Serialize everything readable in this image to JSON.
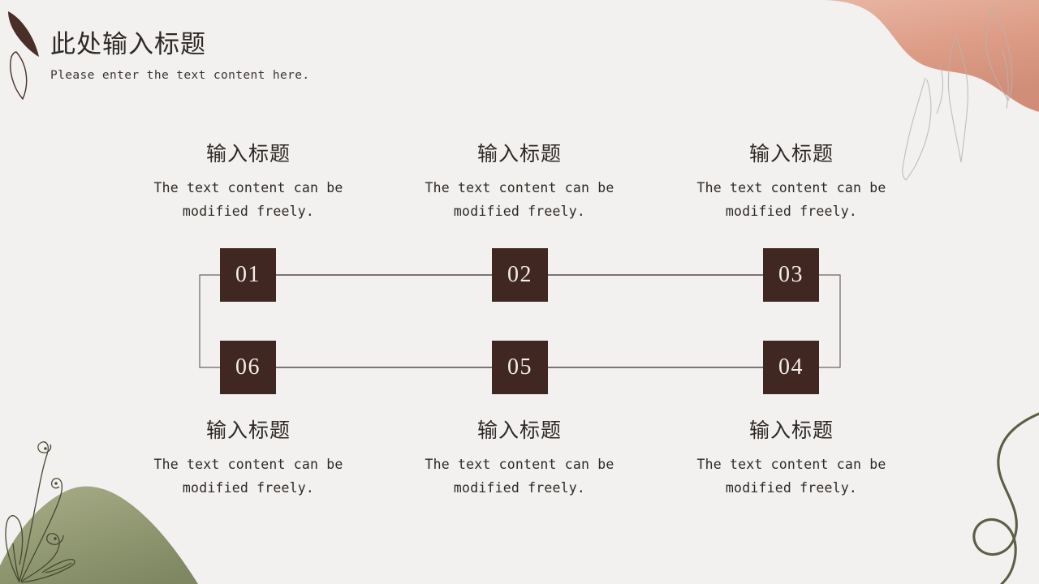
{
  "slide": {
    "background_color": "#f2f1ef",
    "accent_color": "#412722",
    "deco_pink": "#e0a08d",
    "deco_green": "#96a078",
    "deco_vine": "#5c5e45"
  },
  "header": {
    "title": "此处输入标题",
    "subtitle": "Please enter the text content here."
  },
  "items": [
    {
      "number": "01",
      "title": "输入标题",
      "body": "The text content can be modified freely.",
      "position": "top",
      "column": 1
    },
    {
      "number": "02",
      "title": "输入标题",
      "body": "The text content can be modified freely.",
      "position": "top",
      "column": 2
    },
    {
      "number": "03",
      "title": "输入标题",
      "body": "The text content can be modified freely.",
      "position": "top",
      "column": 3
    },
    {
      "number": "04",
      "title": "输入标题",
      "body": "The text content can be modified freely.",
      "position": "bottom",
      "column": 3
    },
    {
      "number": "05",
      "title": "输入标题",
      "body": "The text content can be modified freely.",
      "position": "bottom",
      "column": 2
    },
    {
      "number": "06",
      "title": "输入标题",
      "body": "The text content can be modified freely.",
      "position": "bottom",
      "column": 1
    }
  ],
  "icons": {
    "leaf_filled": "leaf-filled-icon",
    "leaf_outline": "leaf-outline-icon",
    "fern_curl": "fern-curl-icon",
    "vine_loop": "vine-loop-icon",
    "grass_strands": "grass-strands-icon",
    "blob_pink": "pink-blob-icon",
    "hill_green": "green-hill-icon"
  }
}
